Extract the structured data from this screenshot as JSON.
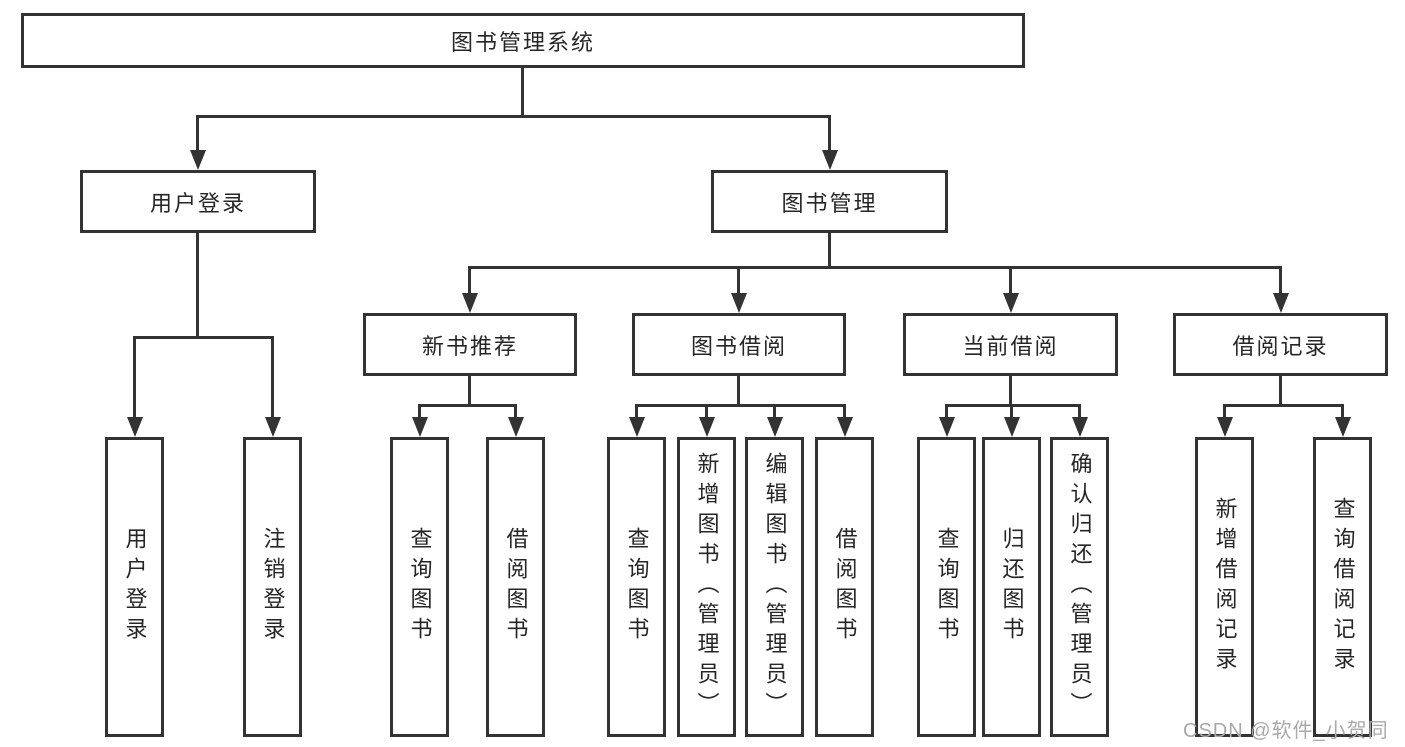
{
  "diagram_type": "hierarchy-tree",
  "tree": {
    "label": "图书管理系统",
    "children": [
      {
        "label": "用户登录",
        "children": [
          {
            "label": "用户登录"
          },
          {
            "label": "注销登录"
          }
        ]
      },
      {
        "label": "图书管理",
        "children": [
          {
            "label": "新书推荐",
            "children": [
              {
                "label": "查询图书"
              },
              {
                "label": "借阅图书"
              }
            ]
          },
          {
            "label": "图书借阅",
            "children": [
              {
                "label": "查询图书"
              },
              {
                "label": "新增图书（管理员）"
              },
              {
                "label": "编辑图书（管理员）"
              },
              {
                "label": "借阅图书"
              }
            ]
          },
          {
            "label": "当前借阅",
            "children": [
              {
                "label": "查询图书"
              },
              {
                "label": "归还图书"
              },
              {
                "label": "确认归还（管理员）"
              }
            ]
          },
          {
            "label": "借阅记录",
            "children": [
              {
                "label": "新增借阅记录"
              },
              {
                "label": "查询借阅记录"
              }
            ]
          }
        ]
      }
    ]
  },
  "watermark": {
    "text": "CSDN @软件_小贺同学"
  },
  "colors": {
    "line": "#333333",
    "text": "#262626",
    "background": "#ffffff",
    "watermark": "#a9a9a9"
  }
}
